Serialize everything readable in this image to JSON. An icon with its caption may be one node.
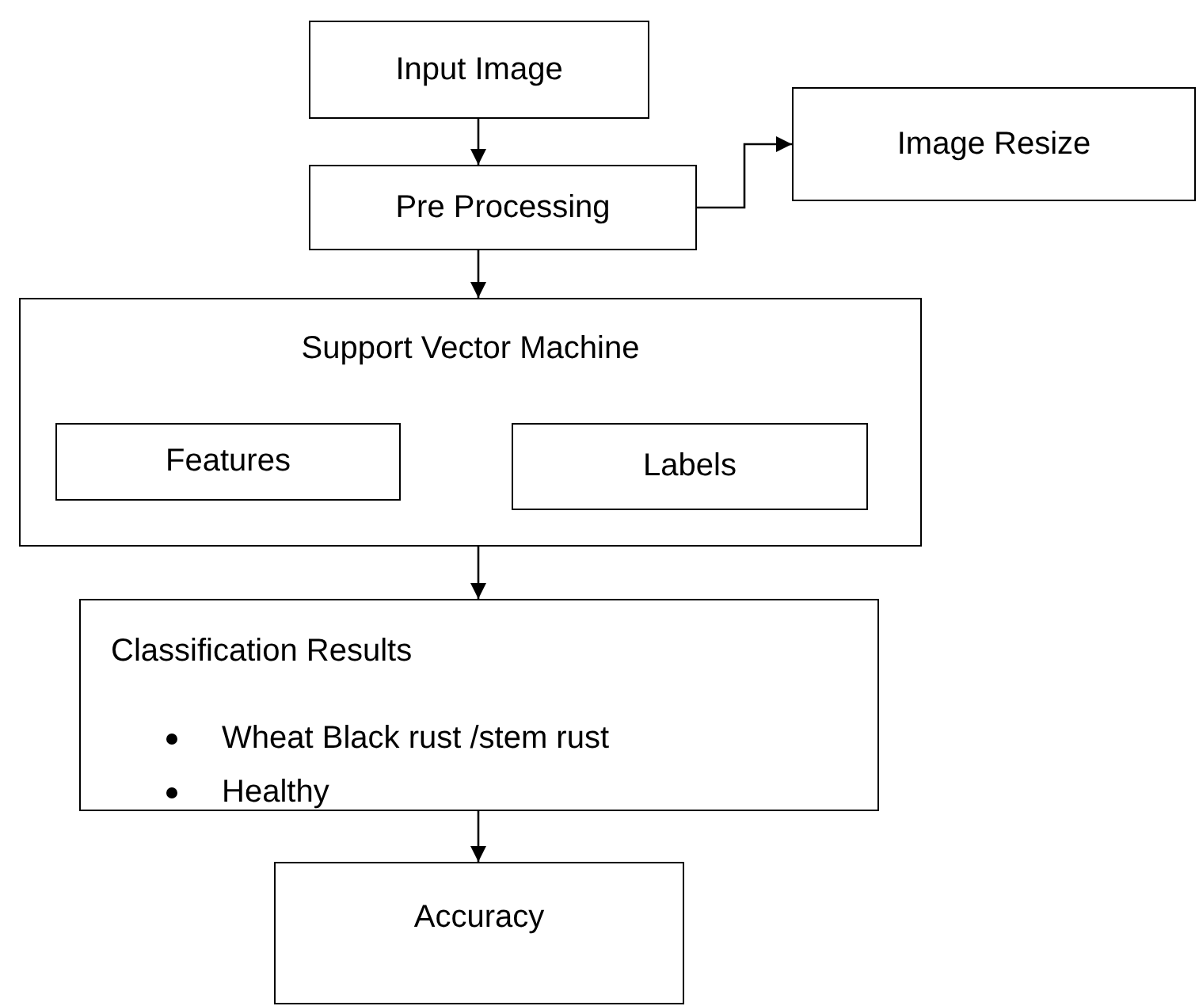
{
  "diagram": {
    "nodes": [
      {
        "text": [
          "Input Image"
        ]
      },
      {
        "text": [
          "Pre Processing"
        ]
      },
      {
        "text": [
          "Image Resize"
        ]
      },
      {
        "text": [
          "Support Vector Machine"
        ]
      },
      {
        "text": [
          "Features"
        ],
        "in": 3
      },
      {
        "text": [
          "Labels"
        ],
        "in": 3
      },
      {
        "text": [
          "Classification Results",
          "Wheat Black rust /stem rust",
          "Healthy"
        ]
      },
      {
        "text": [
          "Accuracy"
        ]
      }
    ],
    "edges": [
      {
        "from": 0,
        "to": 1,
        "arrow": "to"
      },
      {
        "from": 1,
        "to": 2,
        "arrow": "to"
      },
      {
        "from": 1,
        "to": 3,
        "arrow": "to"
      },
      {
        "from": 3,
        "to": 6,
        "arrow": "to"
      },
      {
        "from": 6,
        "to": 7,
        "arrow": "to"
      }
    ]
  }
}
